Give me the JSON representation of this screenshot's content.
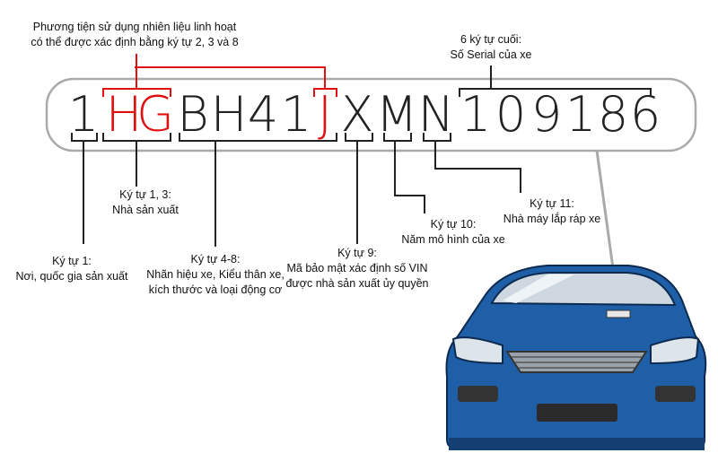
{
  "vin": {
    "characters": [
      "1",
      "H",
      "G",
      "B",
      "H",
      "4",
      "1",
      "J",
      "X",
      "M",
      "N",
      "1",
      "0",
      "9",
      "1",
      "8",
      "6"
    ],
    "highlighted_indices": [
      1,
      2,
      7
    ],
    "highlight_color": "#e01010"
  },
  "annotations": {
    "flex_fuel": {
      "line1": "Phương tiện sử dụng nhiên liệu linh hoạt",
      "line2": "có thể được xác định bằng ký tự 2, 3 và 8"
    },
    "serial": {
      "line1": "6 ký tự cuối:",
      "line2": "Số Serial của xe"
    },
    "char1_3": {
      "line1": "Ký tự 1, 3:",
      "line2": "Nhà sản xuất"
    },
    "char1": {
      "line1": "Ký tự 1:",
      "line2": "Nơi, quốc gia sản xuất"
    },
    "char4_8": {
      "line1": "Ký tự 4-8:",
      "line2": "Nhãn hiệu xe, Kiểu thân xe,",
      "line3": "kích thước và loại động cơ"
    },
    "char9": {
      "line1": "Ký tự 9:",
      "line2": "Mã bảo mật xác định số VIN",
      "line3": "được nhà sản xuất ủy quyền"
    },
    "char10": {
      "line1": "Ký tự 10:",
      "line2": "Năm mô hình của xe"
    },
    "char11": {
      "line1": "Ký tự 11:",
      "line2": "Nhà máy lắp ráp xe"
    }
  },
  "colors": {
    "car_body": "#1f5fa8",
    "bracket": "#222222",
    "box": "#aaaaaa"
  }
}
